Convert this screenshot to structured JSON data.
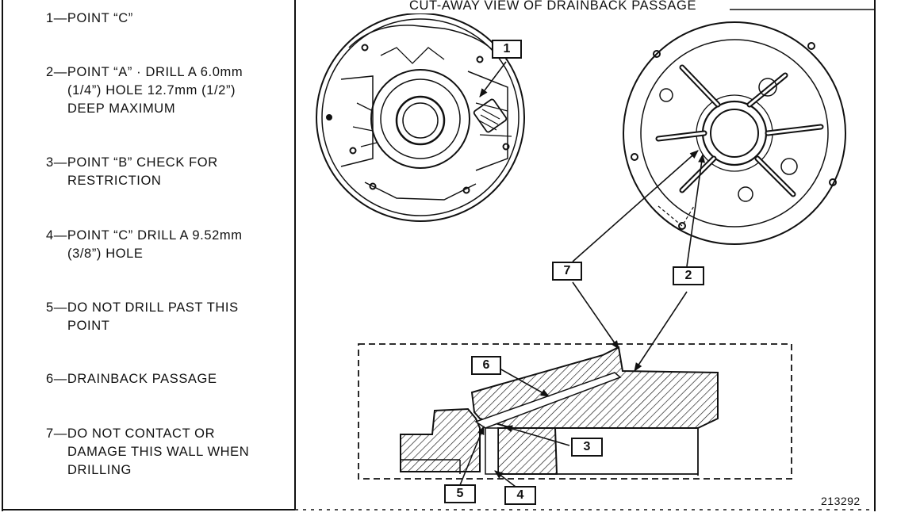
{
  "legend": [
    {
      "lines": [
        "1—POINT “C”"
      ]
    },
    {
      "lines": [
        "2—POINT “A” · DRILL A 6.0mm",
        "(1/4”) HOLE 12.7mm (1/2”)",
        "DEEP MAXIMUM"
      ]
    },
    {
      "lines": [
        "3—POINT “B” CHECK FOR",
        "RESTRICTION"
      ]
    },
    {
      "lines": [
        "4—POINT “C” DRILL A 9.52mm",
        "(3/8”) HOLE"
      ]
    },
    {
      "lines": [
        "5—DO NOT DRILL PAST THIS",
        "POINT"
      ]
    },
    {
      "lines": [
        "6—DRAINBACK PASSAGE"
      ]
    },
    {
      "lines": [
        "7—DO NOT CONTACT OR",
        "DAMAGE THIS WALL WHEN",
        "DRILLING"
      ]
    }
  ],
  "figure": {
    "title": "CUT-AWAY VIEW OF DRAINBACK PASSAGE",
    "number": "213292"
  },
  "callouts": {
    "c1": "1",
    "c2": "2",
    "c3": "3",
    "c4": "4",
    "c5": "5",
    "c6": "6",
    "c7": "7"
  }
}
